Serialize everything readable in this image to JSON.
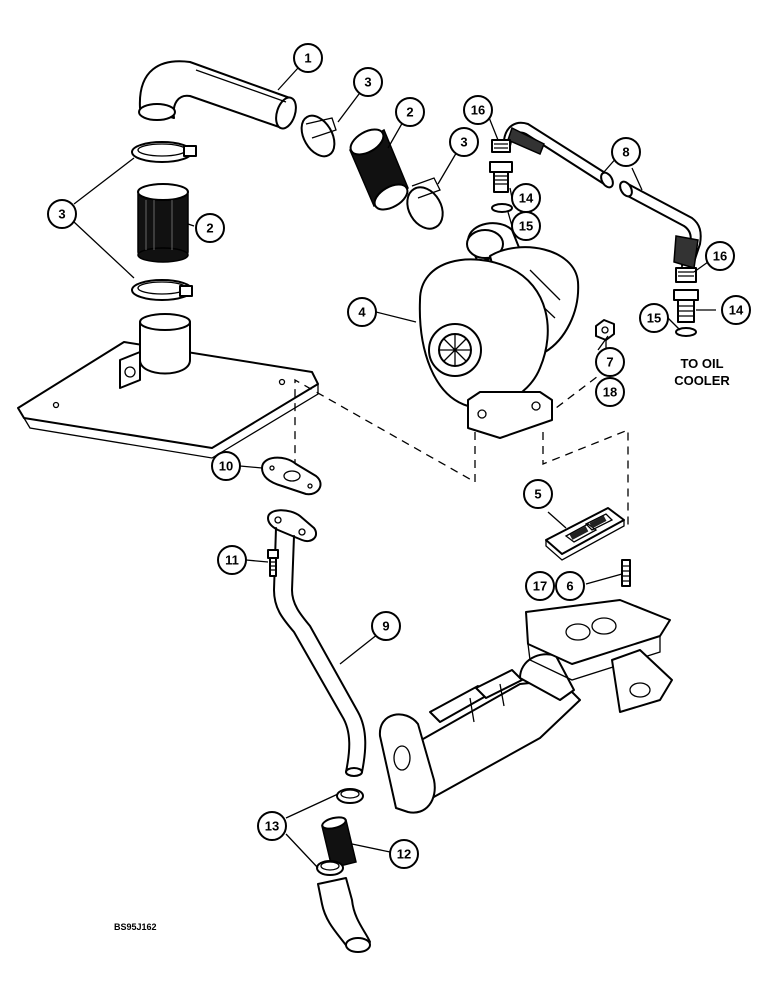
{
  "callouts": {
    "c1": "1",
    "c2a": "2",
    "c2b": "2",
    "c3a": "3",
    "c3b": "3",
    "c3c": "3",
    "c4": "4",
    "c5": "5",
    "c6": "6",
    "c7": "7",
    "c8": "8",
    "c9": "9",
    "c10": "10",
    "c11": "11",
    "c12": "12",
    "c13": "13",
    "c14a": "14",
    "c14b": "14",
    "c15a": "15",
    "c15b": "15",
    "c16a": "16",
    "c16b": "16",
    "c17": "17",
    "c18": "18"
  },
  "note": {
    "line1": "TO OIL",
    "line2": "COOLER"
  },
  "figure_code": "BS95J162"
}
